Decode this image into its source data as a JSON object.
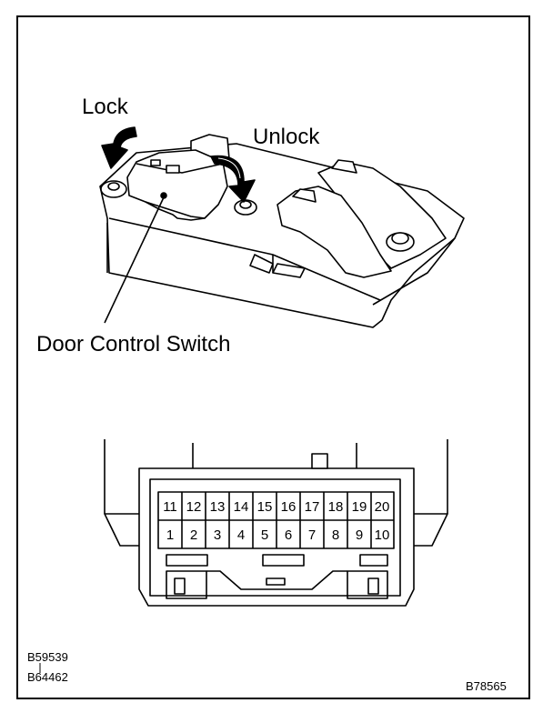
{
  "labels": {
    "lock": "Lock",
    "unlock": "Unlock",
    "door_control_switch": "Door Control Switch"
  },
  "connector": {
    "top_row": [
      "11",
      "12",
      "13",
      "14",
      "15",
      "16",
      "17",
      "18",
      "19",
      "20"
    ],
    "bottom_row": [
      "1",
      "2",
      "3",
      "4",
      "5",
      "6",
      "7",
      "8",
      "9",
      "10"
    ]
  },
  "codes": {
    "code1": "B59539",
    "code2": "B64462",
    "code3": "B78565"
  }
}
